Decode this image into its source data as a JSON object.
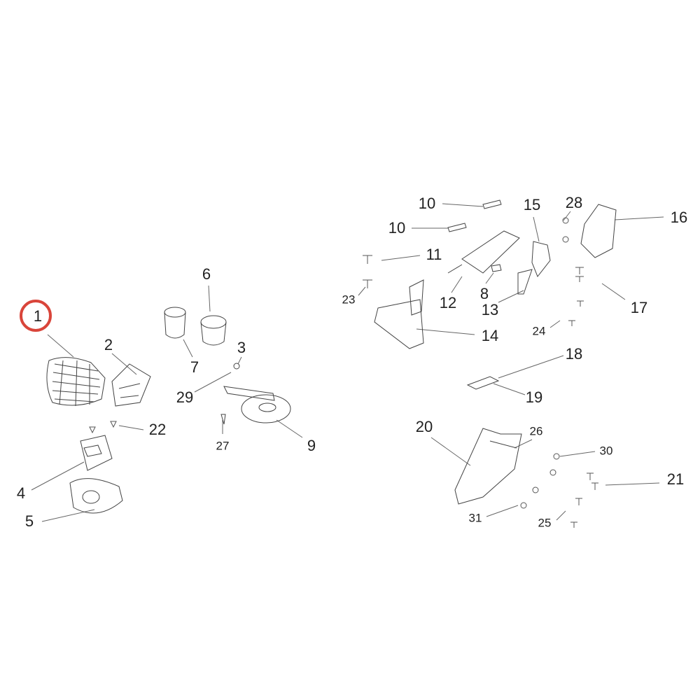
{
  "diagram": {
    "highlighted_part": "1",
    "highlight_color": "#d9453a",
    "labels": [
      "1",
      "2",
      "3",
      "4",
      "5",
      "6",
      "7",
      "8",
      "9",
      "10",
      "10",
      "11",
      "12",
      "13",
      "14",
      "15",
      "16",
      "17",
      "18",
      "19",
      "20",
      "21",
      "22",
      "23",
      "24",
      "25",
      "26",
      "27",
      "28",
      "29",
      "30",
      "31"
    ]
  }
}
